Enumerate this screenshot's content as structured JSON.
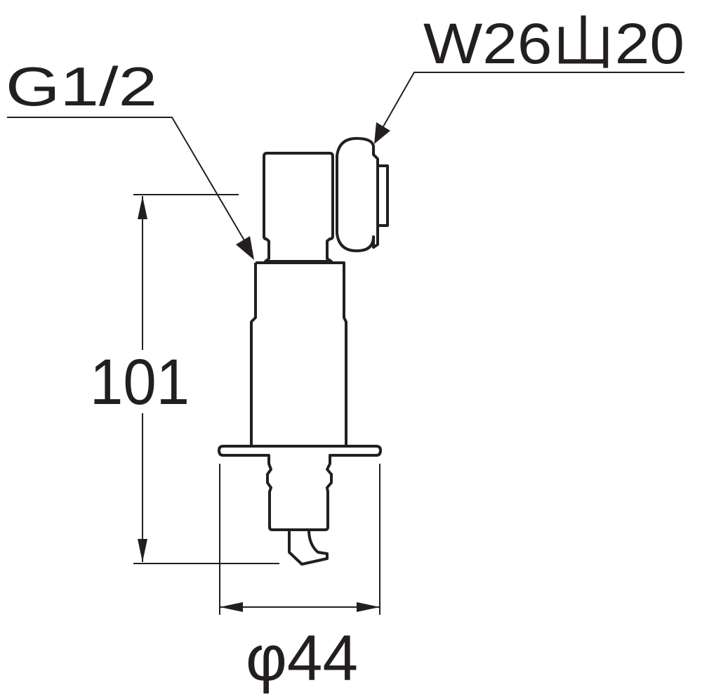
{
  "labels": {
    "thread": "G1/2",
    "hose_thread": "W26山20",
    "height": "101",
    "diameter": "φ44"
  },
  "colors": {
    "line": "#231f20",
    "background": "#ffffff"
  }
}
